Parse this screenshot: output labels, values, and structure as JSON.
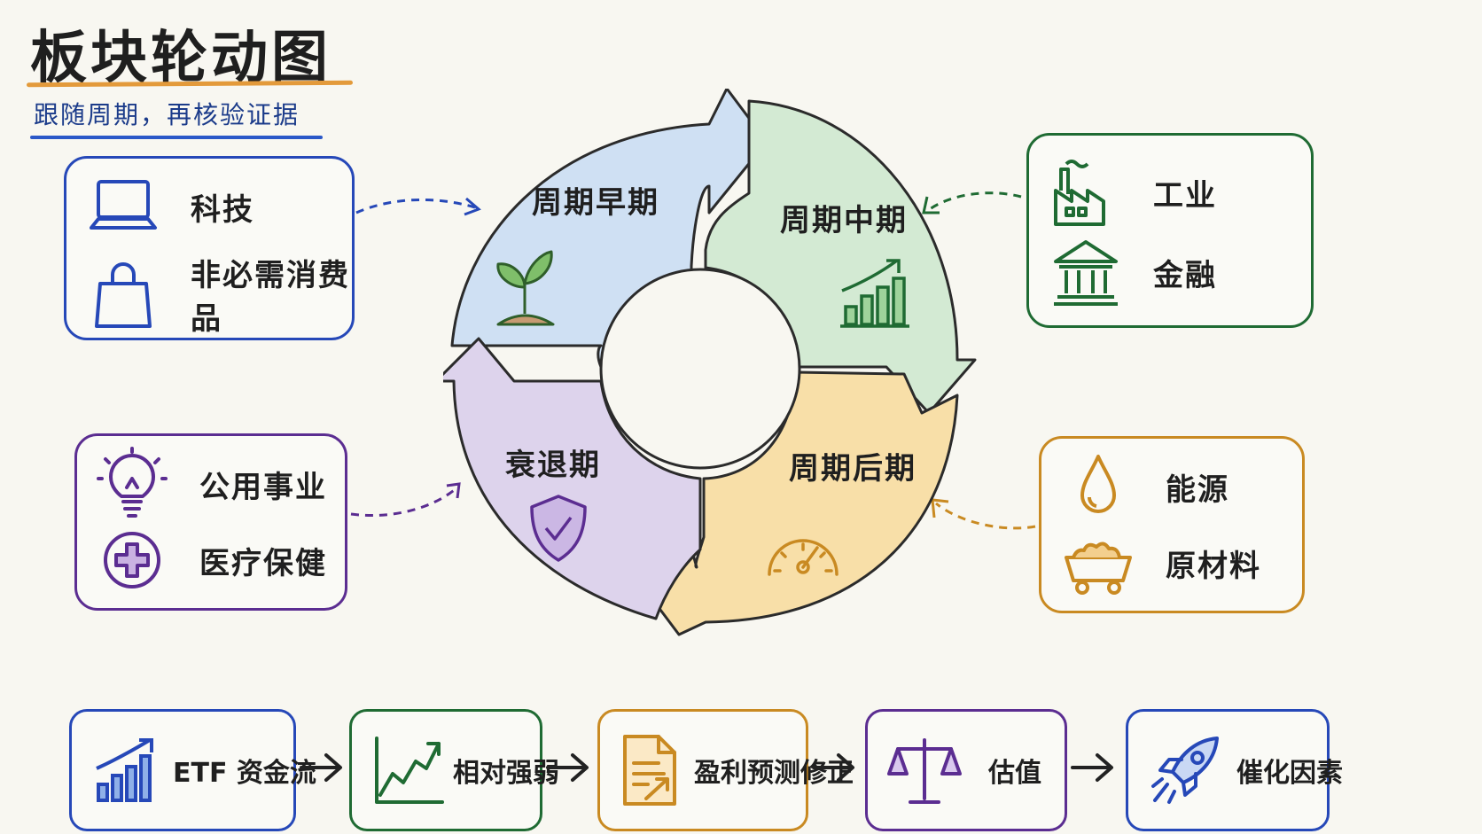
{
  "header": {
    "title": "板块轮动图",
    "subtitle": "跟随周期，再核验证据"
  },
  "phases": [
    {
      "id": "early",
      "label": "周期早期",
      "icon": "sprout-icon",
      "color": "#cfe0f3"
    },
    {
      "id": "mid",
      "label": "周期中期",
      "icon": "rising-bar-chart-icon",
      "color": "#d3ead3"
    },
    {
      "id": "late",
      "label": "周期后期",
      "icon": "gauge-icon",
      "color": "#f8dfa8"
    },
    {
      "id": "decline",
      "label": "衰退期",
      "icon": "shield-check-icon",
      "color": "#ddd3ec"
    }
  ],
  "sector_groups": [
    {
      "phase": "early",
      "color": "#2648b8",
      "items": [
        {
          "label": "科技",
          "icon": "laptop-icon"
        },
        {
          "label": "非必需消费品",
          "icon": "shopping-bag-icon"
        }
      ]
    },
    {
      "phase": "mid",
      "color": "#1f6b33",
      "items": [
        {
          "label": "工业",
          "icon": "factory-icon"
        },
        {
          "label": "金融",
          "icon": "bank-icon"
        }
      ]
    },
    {
      "phase": "decline",
      "color": "#5b2d91",
      "items": [
        {
          "label": "公用事业",
          "icon": "light-bulb-icon"
        },
        {
          "label": "医疗保健",
          "icon": "medical-cross-icon"
        }
      ]
    },
    {
      "phase": "late",
      "color": "#c98a22",
      "items": [
        {
          "label": "能源",
          "icon": "oil-drop-icon"
        },
        {
          "label": "原材料",
          "icon": "ore-cart-icon"
        }
      ]
    }
  ],
  "verification_steps": [
    {
      "label": "ETF 资金流",
      "icon": "etf-flow-bar-chart-icon",
      "color": "#2648b8"
    },
    {
      "label": "相对强弱",
      "icon": "line-chart-icon",
      "color": "#1f6b33"
    },
    {
      "label": "盈利预测修正",
      "icon": "document-revision-icon",
      "color": "#c98a22"
    },
    {
      "label": "估值",
      "icon": "balance-scale-icon",
      "color": "#5b2d91"
    },
    {
      "label": "催化因素",
      "icon": "rocket-icon",
      "color": "#2648b8"
    }
  ]
}
